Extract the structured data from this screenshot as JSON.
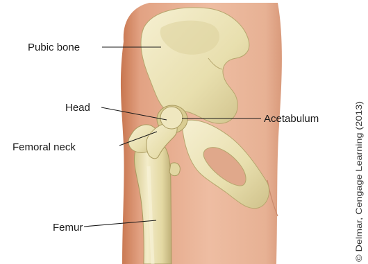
{
  "labels": {
    "pubic_bone": "Pubic bone",
    "head": "Head",
    "acetabulum": "Acetabulum",
    "femoral_neck": "Femoral neck",
    "femur": "Femur"
  },
  "credit": "© Delmar, Cengage Learning (2013)",
  "colors": {
    "skin": "#e9b59a",
    "skin_shadow": "#d68e6e",
    "bone": "#ebe2b4",
    "bone_shadow": "#c9bc84",
    "label_text": "#1a1a1a"
  }
}
